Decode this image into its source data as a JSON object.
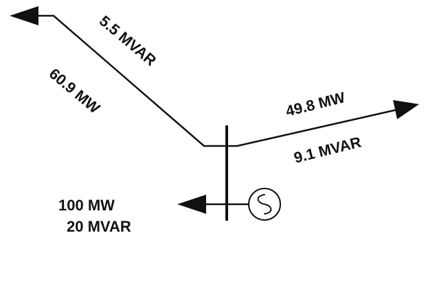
{
  "diagram": {
    "flows": {
      "left_line": {
        "reactive": "5.5 MVAR",
        "active": "60.9 MW"
      },
      "right_line": {
        "active": "49.8 MW",
        "reactive": "9.1 MVAR"
      },
      "load": {
        "active": "100 MW",
        "reactive": "20 MVAR"
      }
    },
    "colors": {
      "ink": "#111111",
      "background": "#ffffff"
    },
    "icons": [
      "bus-bar",
      "generator-symbol",
      "arrow-head"
    ]
  }
}
